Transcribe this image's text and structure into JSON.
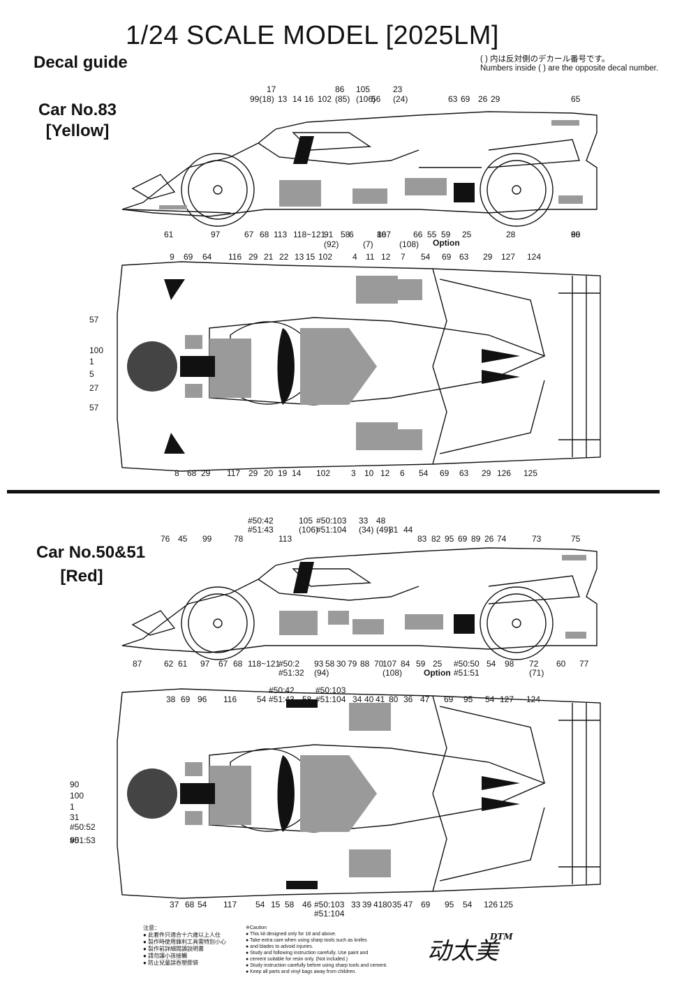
{
  "header": {
    "title": "1/24 SCALE MODEL [2025LM]",
    "guide": "Decal guide",
    "note_jp": "( ) 内は反対側のデカール番号です。",
    "note_en": "Numbers inside ( ) are the opposite decal number."
  },
  "sections": [
    {
      "car": "Car No.83",
      "color": "[Yellow]"
    },
    {
      "car": "Car No.50&51",
      "color": "[Red]"
    }
  ],
  "option_label": "Option",
  "labels": {
    "s1_side_top": [
      "17",
      "99(18)",
      "13",
      "14",
      "16",
      "102",
      "86",
      "(85)",
      "105",
      "(106)",
      "56",
      "23",
      "(24)",
      "63",
      "69",
      "26",
      "29",
      "65"
    ],
    "s1_side_bottom": [
      "61",
      "97",
      "67",
      "68",
      "113",
      "118~121",
      "91",
      "(92)",
      "58",
      "6",
      "(7)",
      "88",
      "107",
      "(108)",
      "66",
      "55",
      "59",
      "25",
      "28",
      "98",
      "60"
    ],
    "s1_plan_top": [
      "9",
      "69",
      "64",
      "116",
      "29",
      "21",
      "22",
      "13",
      "15",
      "102",
      "4",
      "11",
      "12",
      "7",
      "54",
      "69",
      "63",
      "29",
      "127",
      "124"
    ],
    "s1_plan_left": [
      "57",
      "100",
      "1",
      "5",
      "27",
      "57"
    ],
    "s1_plan_bottom": [
      "8",
      "68",
      "29",
      "117",
      "29",
      "20",
      "19",
      "14",
      "102",
      "3",
      "10",
      "12",
      "6",
      "54",
      "69",
      "63",
      "29",
      "126",
      "125"
    ],
    "s2_side_top": [
      "76",
      "45",
      "99",
      "78",
      "#50:42",
      "#51:43",
      "113",
      "105",
      "(106)",
      "#50:103",
      "#51:104",
      "33",
      "(34)",
      "48",
      "(49)",
      "81",
      "44",
      "83",
      "82",
      "95",
      "69",
      "89",
      "26",
      "74",
      "73",
      "75"
    ],
    "s2_side_bottom": [
      "87",
      "62",
      "61",
      "97",
      "67",
      "68",
      "118~121",
      "#50:2",
      "#51:32",
      "93",
      "(94)",
      "58",
      "30",
      "79",
      "88",
      "70",
      "107",
      "(108)",
      "84",
      "59",
      "25",
      "#50:50",
      "#51:51",
      "54",
      "98",
      "72",
      "(71)",
      "60",
      "77"
    ],
    "s2_plan_top": [
      "38",
      "69",
      "96",
      "116",
      "54",
      "#50:42",
      "#51:43",
      "58",
      "#50:103",
      "#51:104",
      "34",
      "40",
      "41",
      "80",
      "36",
      "47",
      "69",
      "95",
      "54",
      "127",
      "124"
    ],
    "s2_plan_left": [
      "90",
      "100",
      "1",
      "31",
      "#50:52",
      "#51:53",
      "90"
    ],
    "s2_plan_bottom": [
      "37",
      "68",
      "54",
      "117",
      "54",
      "15",
      "58",
      "46",
      "#50:103",
      "#51:104",
      "33",
      "39",
      "41",
      "80",
      "35",
      "47",
      "69",
      "95",
      "54",
      "126",
      "125"
    ]
  },
  "footer": {
    "jp_title": "注意：",
    "jp_lines": [
      "此套件只適合十六歲以上人仕",
      "製作時使用鋒利工具需特別小心",
      "製作前詳細閱讀說明書",
      "請勿讓小孩接觸",
      "防止兒童誤吞塑膠袋"
    ],
    "en_title": "※Caution",
    "en_lines": [
      "This kit designed only for 18 and above.",
      "Take extra care when using sharp tools such as knifes",
      "and blades to advoid injuries.",
      "Study and following instruction carefully. Use paint and",
      "cement suitable for resin only. (Not included.)",
      "Study instruction carefully before using sharp tools and cement.",
      "Keep all parts and vinyl bags away from children."
    ],
    "logo_text": "动太美",
    "logo_sub": "DTM"
  }
}
